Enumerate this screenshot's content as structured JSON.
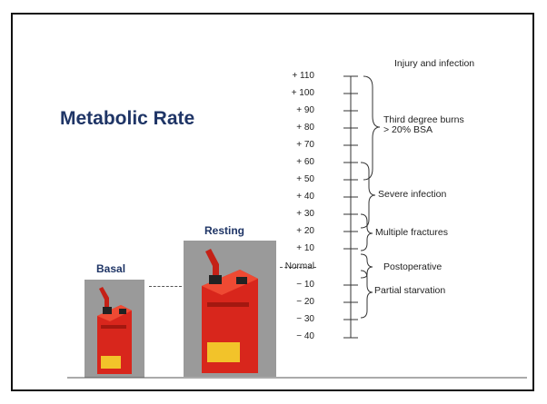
{
  "slide": {
    "title": "Metabolic Rate",
    "basal_label": "Basal",
    "resting_label": "Resting"
  },
  "scale": {
    "ticks": [
      "+ 110",
      "+ 100",
      "+ 90",
      "+ 80",
      "+ 70",
      "+ 60",
      "+ 50",
      "+ 40",
      "+ 30",
      "+ 20",
      "+ 10",
      "Normal",
      "− 10",
      "− 20",
      "− 30",
      "− 40"
    ],
    "groups": {
      "injury": "Injury and infection",
      "burns_line1": "Third degree burns",
      "burns_line2": "> 20% BSA",
      "severe": "Severe infection",
      "fractures": "Multiple fractures",
      "postop": "Postoperative",
      "starvation": "Partial starvation"
    }
  },
  "colors": {
    "title": "#1f3566",
    "can_red": "#d8261c",
    "can_bg": "#9a9a9a"
  },
  "icons": [
    "fuel-can-icon"
  ]
}
